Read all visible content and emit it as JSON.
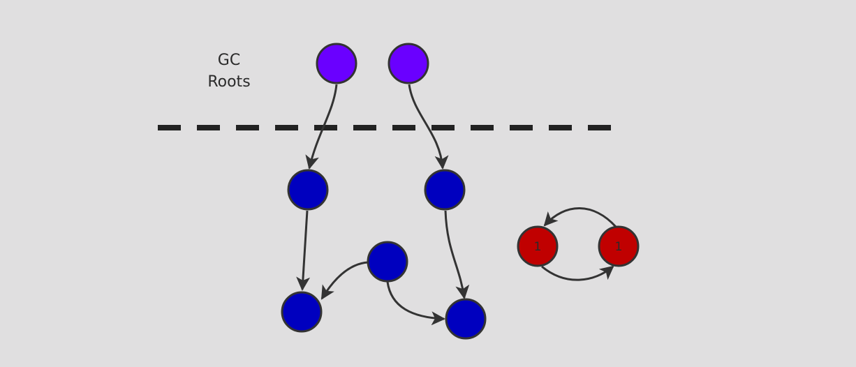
{
  "diagram": {
    "roots_label_lines": [
      "GC",
      "Roots"
    ],
    "colors": {
      "background": "#e0dfe0",
      "root_node": "#6a00ff",
      "reachable_node": "#0000bf",
      "cycle_node": "#c00000",
      "outline": "#333333",
      "boundary_line": "#222222"
    },
    "nodes": [
      {
        "id": "root-1",
        "kind": "root",
        "label": ""
      },
      {
        "id": "root-2",
        "kind": "root",
        "label": ""
      },
      {
        "id": "obj-a",
        "kind": "reachable",
        "label": ""
      },
      {
        "id": "obj-b",
        "kind": "reachable",
        "label": ""
      },
      {
        "id": "obj-c",
        "kind": "reachable",
        "label": ""
      },
      {
        "id": "obj-d",
        "kind": "reachable",
        "label": ""
      },
      {
        "id": "obj-e",
        "kind": "reachable",
        "label": ""
      },
      {
        "id": "cycle-1",
        "kind": "cycle",
        "label": "1"
      },
      {
        "id": "cycle-2",
        "kind": "cycle",
        "label": "1"
      }
    ],
    "edges": [
      {
        "from": "root-1",
        "to": "obj-a"
      },
      {
        "from": "root-2",
        "to": "obj-b"
      },
      {
        "from": "obj-a",
        "to": "obj-c"
      },
      {
        "from": "obj-e",
        "to": "obj-c"
      },
      {
        "from": "obj-e",
        "to": "obj-d"
      },
      {
        "from": "obj-b",
        "to": "obj-d"
      },
      {
        "from": "cycle-2",
        "to": "cycle-1"
      },
      {
        "from": "cycle-1",
        "to": "cycle-2"
      }
    ]
  }
}
